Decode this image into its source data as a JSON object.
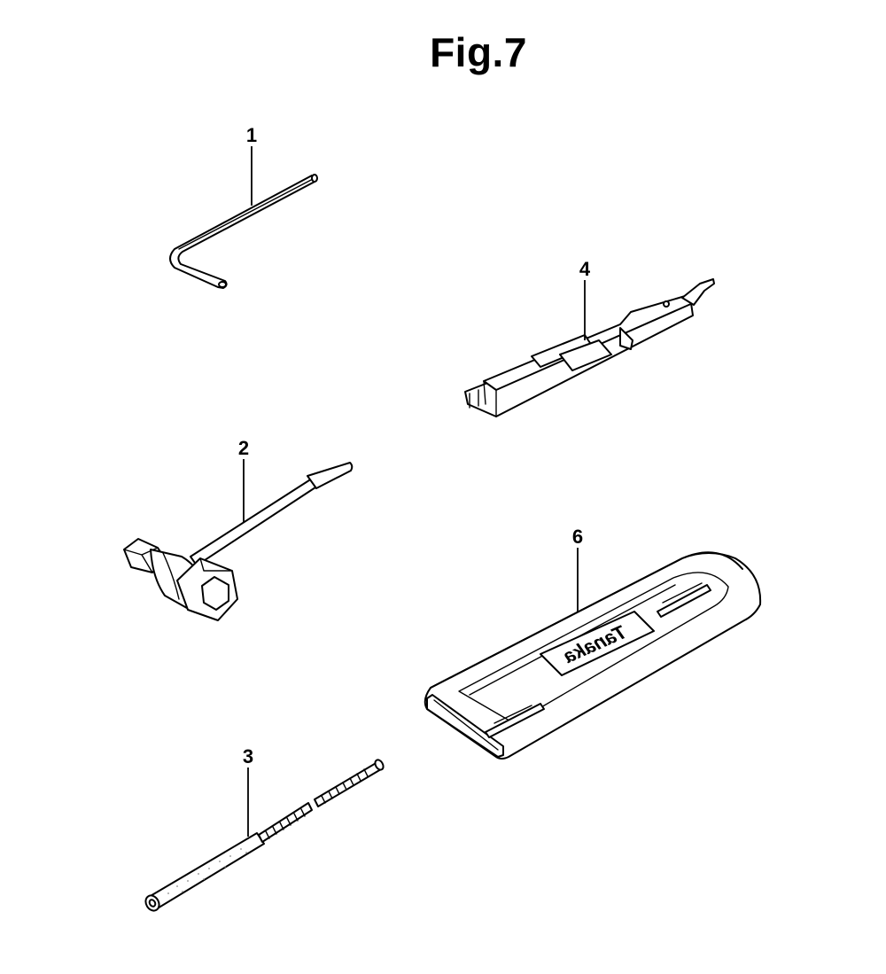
{
  "figure": {
    "title": "Fig.7"
  },
  "parts": [
    {
      "id": "part-1",
      "number": "1",
      "icon": "hex-key-icon"
    },
    {
      "id": "part-2",
      "number": "2",
      "icon": "spark-plug-wrench-icon"
    },
    {
      "id": "part-3",
      "number": "3",
      "icon": "file-with-handle-icon"
    },
    {
      "id": "part-4",
      "number": "4",
      "icon": "depth-gauge-tool-icon"
    },
    {
      "id": "part-6",
      "number": "6",
      "icon": "bar-guard-icon"
    }
  ],
  "bar_guard": {
    "logo": "Tanaka"
  }
}
